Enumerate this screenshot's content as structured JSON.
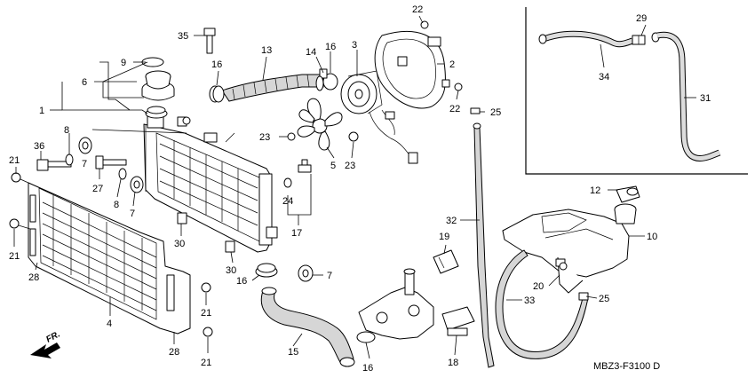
{
  "figure": {
    "code": "MBZ3-F3100 D",
    "direction": "FR.",
    "callouts": [
      "1",
      "2",
      "3",
      "4",
      "5",
      "6",
      "7",
      "8",
      "9",
      "10",
      "12",
      "13",
      "14",
      "15",
      "16",
      "17",
      "18",
      "19",
      "20",
      "21",
      "22",
      "23",
      "24",
      "25",
      "27",
      "28",
      "29",
      "30",
      "31",
      "32",
      "33",
      "34",
      "35",
      "36"
    ]
  }
}
